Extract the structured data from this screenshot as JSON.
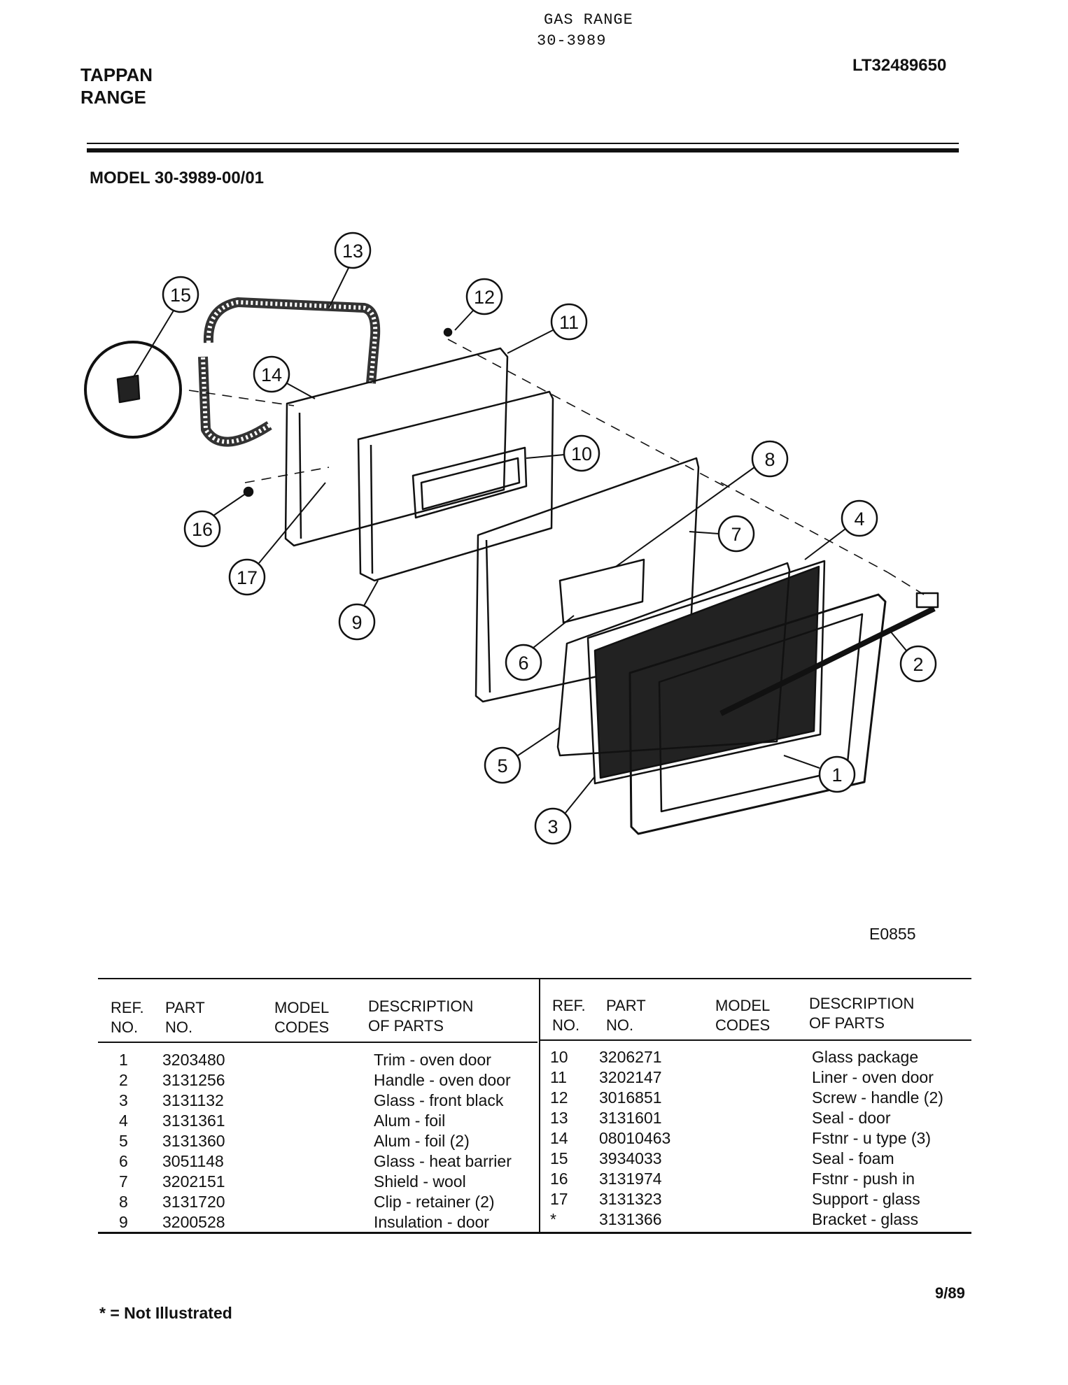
{
  "header": {
    "product_line1": "GAS RANGE",
    "product_line2": "30-3989",
    "brand_line1": "TAPPAN",
    "brand_line2": "RANGE",
    "doc_code": "LT32489650",
    "model": "MODEL 30-3989-00/01"
  },
  "diagram": {
    "code": "E0855",
    "callouts": [
      "1",
      "2",
      "3",
      "4",
      "5",
      "6",
      "7",
      "8",
      "9",
      "10",
      "11",
      "12",
      "13",
      "14",
      "15",
      "16",
      "17"
    ]
  },
  "table": {
    "headers": {
      "ref": [
        "REF.",
        "NO."
      ],
      "part": [
        "PART",
        "NO."
      ],
      "model": [
        "MODEL",
        "CODES"
      ],
      "desc": [
        "DESCRIPTION",
        "OF PARTS"
      ]
    },
    "left": [
      {
        "ref": "1",
        "part": "3203480",
        "model": "",
        "desc": "Trim - oven door"
      },
      {
        "ref": "2",
        "part": "3131256",
        "model": "",
        "desc": "Handle - oven door"
      },
      {
        "ref": "3",
        "part": "3131132",
        "model": "",
        "desc": "Glass - front black"
      },
      {
        "ref": "4",
        "part": "3131361",
        "model": "",
        "desc": "Alum - foil"
      },
      {
        "ref": "5",
        "part": "3131360",
        "model": "",
        "desc": "Alum - foil (2)"
      },
      {
        "ref": "6",
        "part": "3051148",
        "model": "",
        "desc": "Glass - heat barrier"
      },
      {
        "ref": "7",
        "part": "3202151",
        "model": "",
        "desc": "Shield - wool"
      },
      {
        "ref": "8",
        "part": "3131720",
        "model": "",
        "desc": "Clip - retainer (2)"
      },
      {
        "ref": "9",
        "part": "3200528",
        "model": "",
        "desc": "Insulation - door"
      }
    ],
    "right": [
      {
        "ref": "10",
        "part": "3206271",
        "model": "",
        "desc": "Glass package"
      },
      {
        "ref": "11",
        "part": "3202147",
        "model": "",
        "desc": "Liner - oven door"
      },
      {
        "ref": "12",
        "part": "3016851",
        "model": "",
        "desc": "Screw - handle (2)"
      },
      {
        "ref": "13",
        "part": "3131601",
        "model": "",
        "desc": "Seal - door"
      },
      {
        "ref": "14",
        "part": "08010463",
        "model": "",
        "desc": "Fstnr - u type (3)"
      },
      {
        "ref": "15",
        "part": "3934033",
        "model": "",
        "desc": "Seal - foam"
      },
      {
        "ref": "16",
        "part": "3131974",
        "model": "",
        "desc": "Fstnr - push in"
      },
      {
        "ref": "17",
        "part": "3131323",
        "model": "",
        "desc": "Support - glass"
      },
      {
        "ref": "*",
        "part": "3131366",
        "model": "",
        "desc": "Bracket - glass"
      }
    ]
  },
  "footer": {
    "date": "9/89",
    "note": "* = Not Illustrated"
  }
}
